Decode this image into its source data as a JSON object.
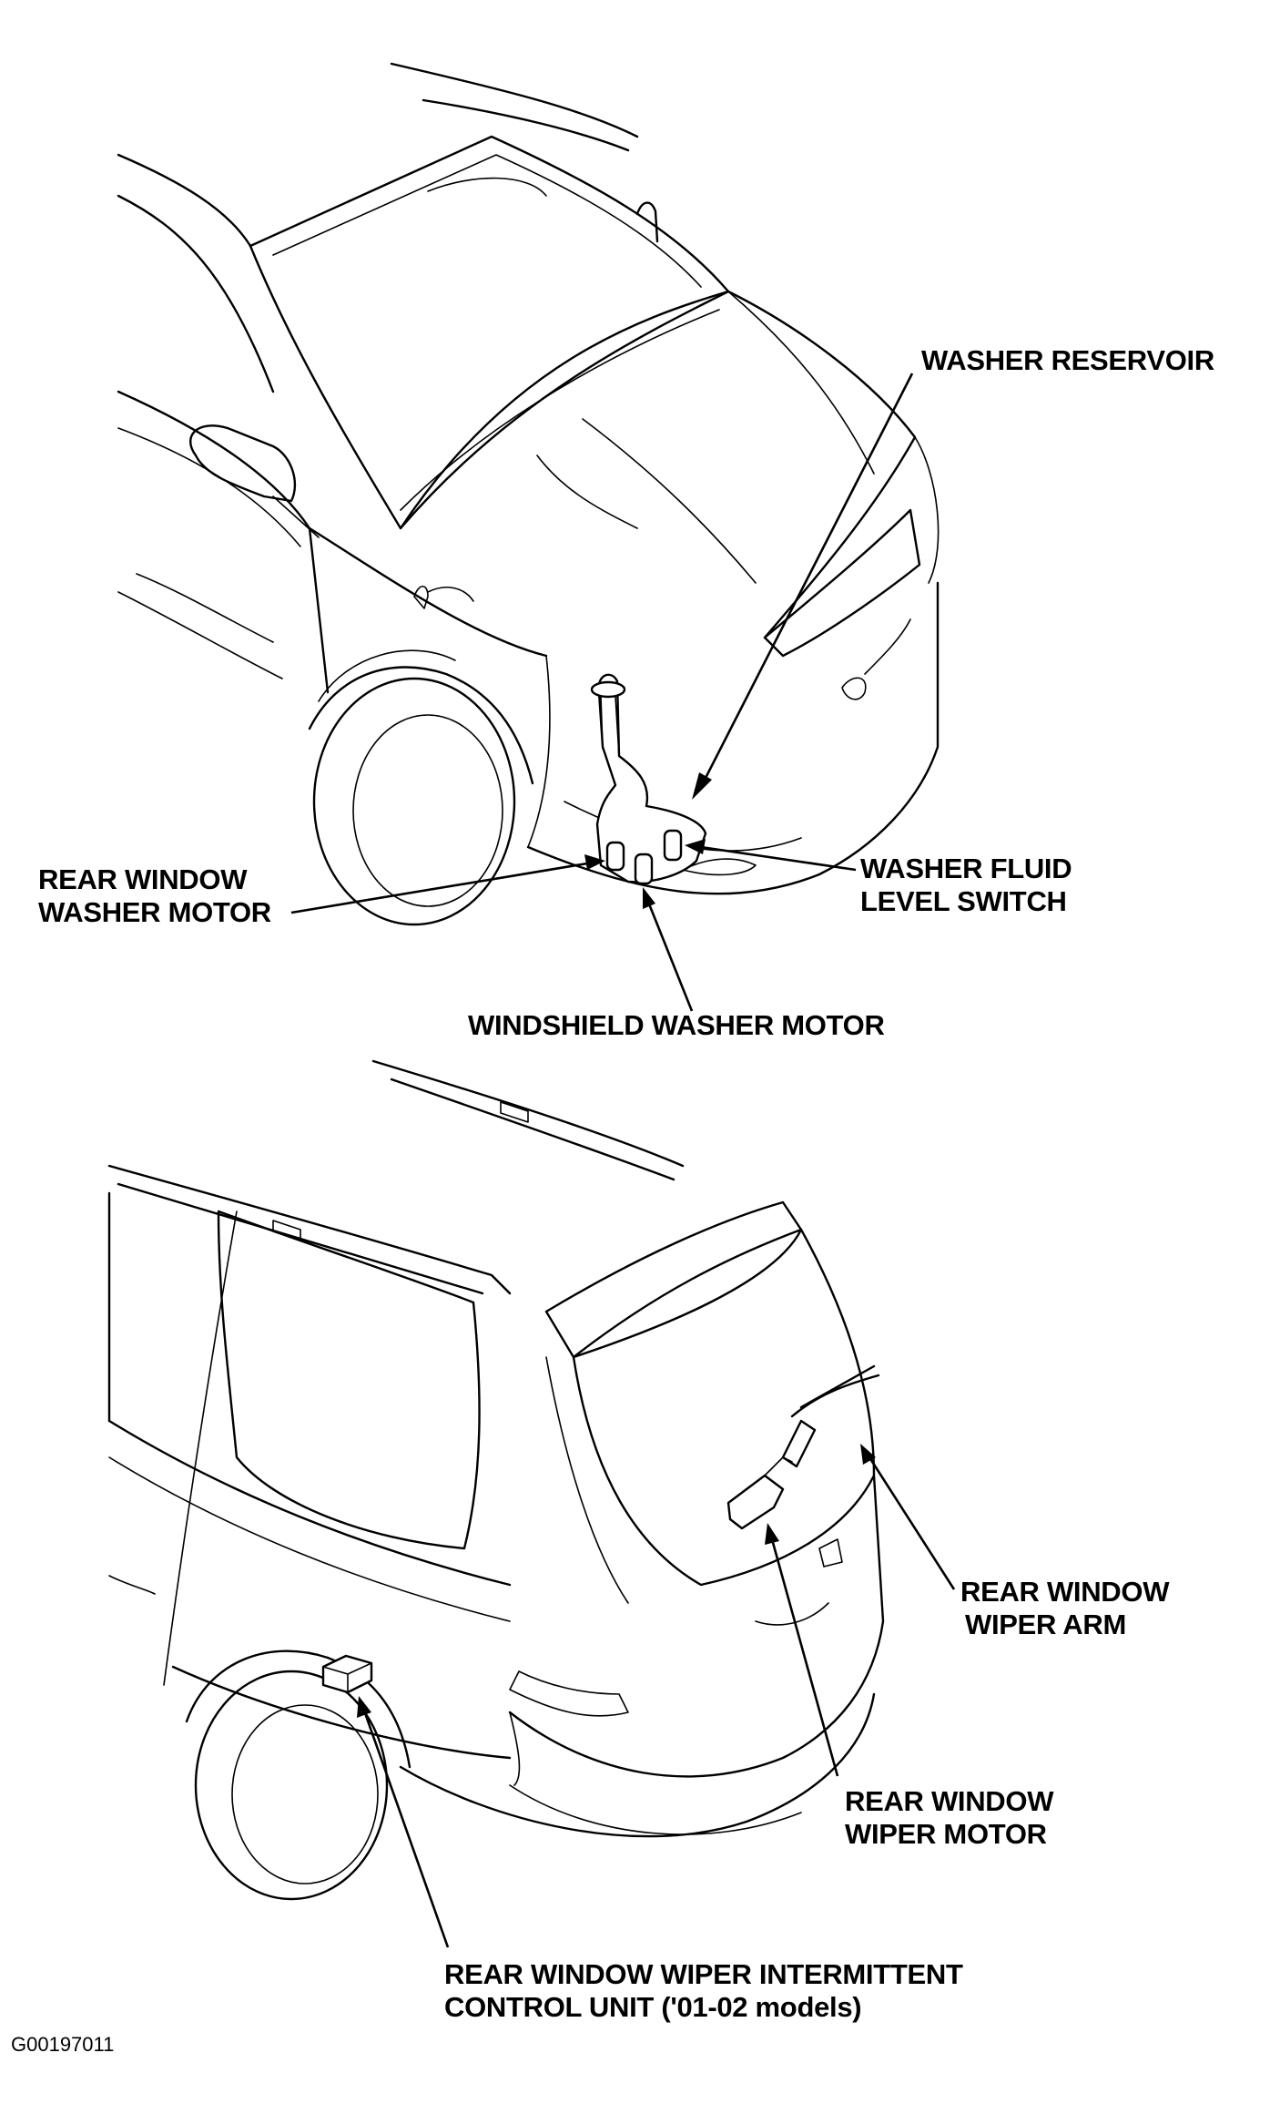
{
  "labels": {
    "washer_reservoir": "WASHER RESERVOIR",
    "rear_window_washer_motor": [
      "REAR WINDOW",
      "WASHER MOTOR"
    ],
    "washer_fluid_level_switch": [
      "WASHER FLUID",
      "LEVEL SWITCH"
    ],
    "windshield_washer_motor": "WINDSHIELD WASHER MOTOR",
    "rear_window_wiper_arm": [
      "REAR WINDOW",
      "WIPER ARM"
    ],
    "rear_window_wiper_motor": [
      "REAR WINDOW",
      "WIPER MOTOR"
    ],
    "rear_window_wiper_intermittent_control_unit": [
      "REAR WINDOW WIPER INTERMITTENT",
      "CONTROL UNIT ('01-02 models)"
    ]
  },
  "figure_code": "G00197011",
  "colors": {
    "ink": "#000000",
    "paper": "#ffffff"
  }
}
